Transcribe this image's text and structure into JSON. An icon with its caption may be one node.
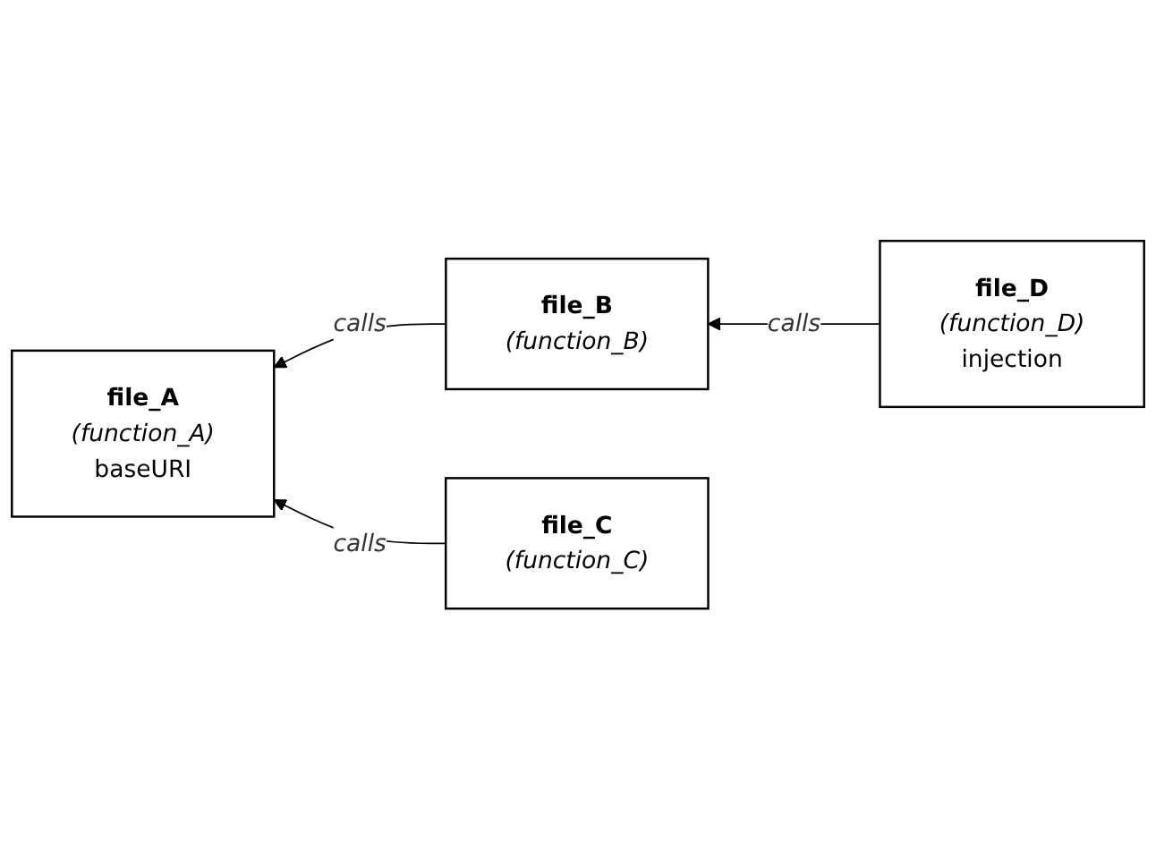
{
  "diagram": {
    "nodes": [
      {
        "text": [
          "file_B",
          "(function_B)"
        ]
      },
      {
        "text": [
          "file_A",
          "(function_A)",
          "baseURI"
        ]
      },
      {
        "text": [
          "file_D",
          "(function_D)",
          "injection"
        ]
      },
      {
        "text": [
          "file_C",
          "(function_C)"
        ]
      }
    ],
    "edges": [
      {
        "from": 0,
        "to": 1,
        "arrow": "to",
        "label": "calls"
      },
      {
        "from": 2,
        "to": 0,
        "arrow": "to",
        "label": "calls"
      },
      {
        "from": 3,
        "to": 1,
        "arrow": "to",
        "label": "calls"
      }
    ]
  }
}
